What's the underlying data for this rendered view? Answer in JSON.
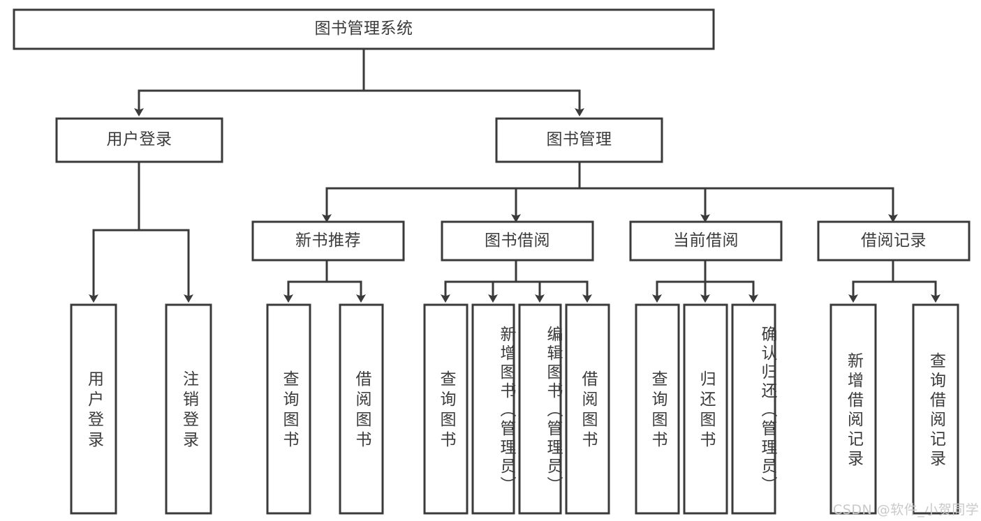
{
  "diagram": {
    "type": "tree",
    "title": "图书管理系统",
    "root": {
      "id": "root",
      "label": "图书管理系统",
      "orientation": "horizontal"
    },
    "level1": [
      {
        "id": "user-login",
        "label": "用户登录",
        "orientation": "horizontal"
      },
      {
        "id": "book-manage",
        "label": "图书管理",
        "orientation": "horizontal"
      }
    ],
    "level2": [
      {
        "id": "new-book-recommend",
        "label": "新书推荐",
        "orientation": "horizontal",
        "parent": "book-manage"
      },
      {
        "id": "book-borrow",
        "label": "图书借阅",
        "orientation": "horizontal",
        "parent": "book-manage"
      },
      {
        "id": "current-borrow",
        "label": "当前借阅",
        "orientation": "horizontal",
        "parent": "book-manage"
      },
      {
        "id": "borrow-record",
        "label": "借阅记录",
        "orientation": "horizontal",
        "parent": "book-manage"
      }
    ],
    "leaves": [
      {
        "id": "leaf-user-login",
        "label": "用户登录",
        "orientation": "vertical",
        "parent": "user-login"
      },
      {
        "id": "leaf-logout",
        "label": "注销登录",
        "orientation": "vertical",
        "parent": "user-login"
      },
      {
        "id": "leaf-query-book-1",
        "label": "查询图书",
        "orientation": "vertical",
        "parent": "new-book-recommend"
      },
      {
        "id": "leaf-borrow-book-1",
        "label": "借阅图书",
        "orientation": "vertical",
        "parent": "new-book-recommend"
      },
      {
        "id": "leaf-query-book-2",
        "label": "查询图书",
        "orientation": "vertical",
        "parent": "book-borrow"
      },
      {
        "id": "leaf-add-book",
        "label": "新增图书（管理员）",
        "orientation": "vertical",
        "parent": "book-borrow"
      },
      {
        "id": "leaf-edit-book",
        "label": "编辑图书（管理员）",
        "orientation": "vertical",
        "parent": "book-borrow"
      },
      {
        "id": "leaf-borrow-book-2",
        "label": "借阅图书",
        "orientation": "vertical",
        "parent": "book-borrow"
      },
      {
        "id": "leaf-query-book-3",
        "label": "查询图书",
        "orientation": "vertical",
        "parent": "current-borrow"
      },
      {
        "id": "leaf-return-book",
        "label": "归还图书",
        "orientation": "vertical",
        "parent": "current-borrow"
      },
      {
        "id": "leaf-confirm-return",
        "label": "确认归还（管理员）",
        "orientation": "vertical",
        "parent": "current-borrow"
      },
      {
        "id": "leaf-add-record",
        "label": "新增借阅记录",
        "orientation": "vertical",
        "parent": "borrow-record"
      },
      {
        "id": "leaf-query-record",
        "label": "查询借阅记录",
        "orientation": "vertical",
        "parent": "borrow-record"
      }
    ],
    "colors": {
      "stroke": "#3a3a3a",
      "fill": "#ffffff",
      "text": "#3b3b3b",
      "watermark": "#c9c9c9"
    }
  },
  "watermark": {
    "text": "CSDN @软件_小贺同学"
  }
}
